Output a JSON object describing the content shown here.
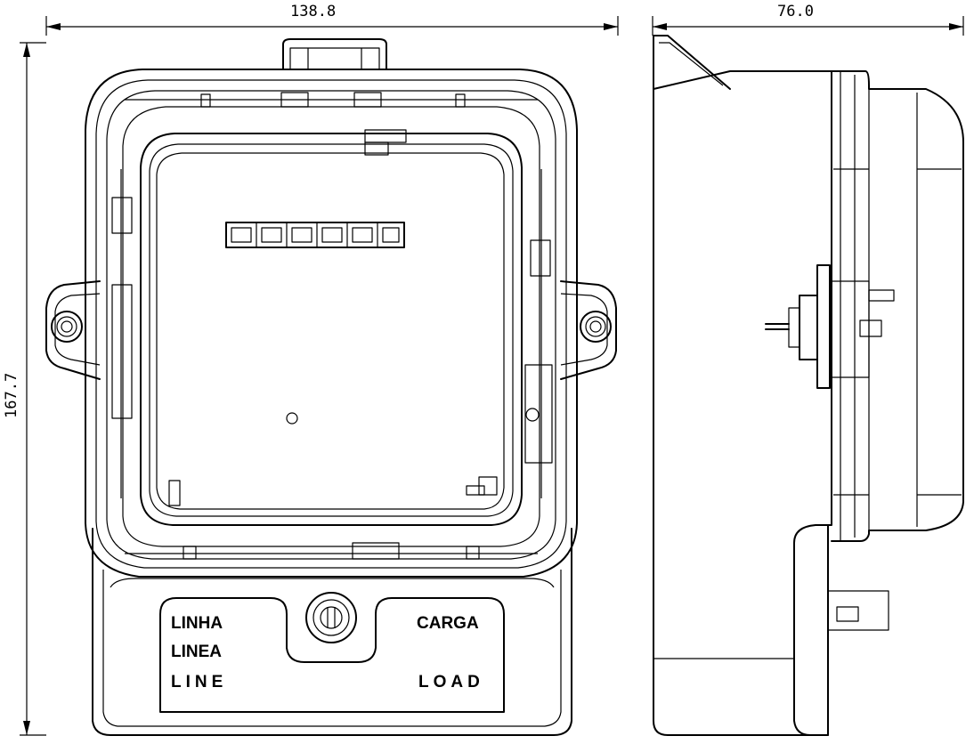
{
  "dimensions": {
    "front_width": "138.8",
    "side_depth": "76.0",
    "height": "167.7"
  },
  "terminal_labels": {
    "line_pt": "LINHA",
    "line_es": "LINEA",
    "line_en": "LINE",
    "load_pt": "CARGA",
    "load_en": "LOAD"
  }
}
